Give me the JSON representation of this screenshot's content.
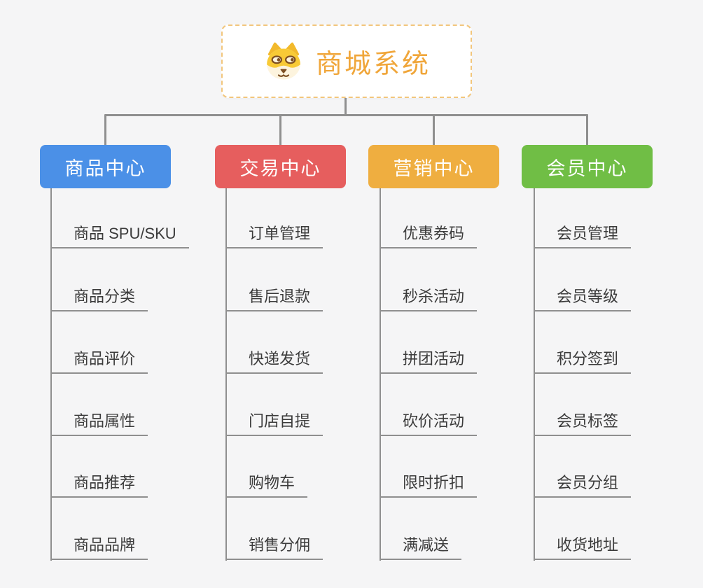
{
  "page": {
    "background_color": "#f5f5f6",
    "connector_color": "#8f8f8f",
    "item_text_color": "#3b3b3b"
  },
  "root": {
    "title": "商城系统",
    "icon": "shiba-dog-icon",
    "text_color": "#f0a63a",
    "border_color": "#f2c67c",
    "fill_color": "#ffffff"
  },
  "branches": [
    {
      "label": "商品中心",
      "color": "#4b90e7",
      "items": [
        "商品 SPU/SKU",
        "商品分类",
        "商品评价",
        "商品属性",
        "商品推荐",
        "商品品牌"
      ]
    },
    {
      "label": "交易中心",
      "color": "#e65e5e",
      "items": [
        "订单管理",
        "售后退款",
        "快递发货",
        "门店自提",
        "购物车",
        "销售分佣"
      ]
    },
    {
      "label": "营销中心",
      "color": "#efae40",
      "items": [
        "优惠券码",
        "秒杀活动",
        "拼团活动",
        "砍价活动",
        "限时折扣",
        "满减送"
      ]
    },
    {
      "label": "会员中心",
      "color": "#70be45",
      "items": [
        "会员管理",
        "会员等级",
        "积分签到",
        "会员标签",
        "会员分组",
        "收货地址"
      ]
    }
  ]
}
